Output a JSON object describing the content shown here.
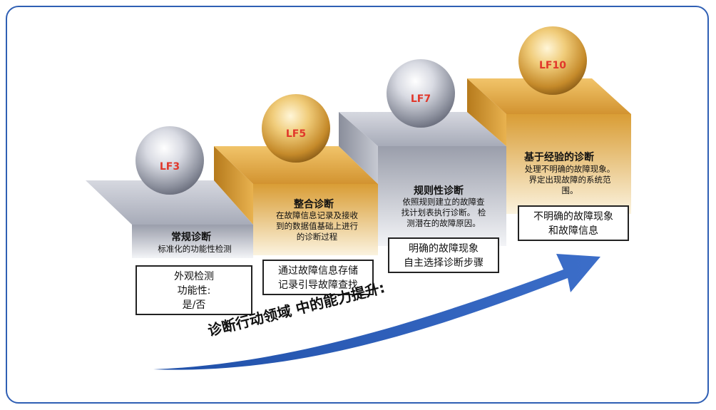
{
  "diagram": {
    "steps": [
      {
        "id": "lf3",
        "badge": "LF3",
        "title": "常规诊断",
        "description": "标准化的功能性检测",
        "box_lines": [
          "外观检测",
          "功能性:",
          "是/否"
        ],
        "step_color": "#b9bcc8",
        "ball_color": "silver"
      },
      {
        "id": "lf5",
        "badge": "LF5",
        "title": "整合诊断",
        "description_lines": [
          "在故障信息记录及接收",
          "到的数据值基础上进行",
          "的诊断过程"
        ],
        "box_lines": [
          "通过故障信息存储",
          "记录引导故障查找"
        ],
        "step_color": "#e2a93f",
        "ball_color": "gold"
      },
      {
        "id": "lf7",
        "badge": "LF7",
        "title": "规则性诊断",
        "description_lines": [
          "依照规则建立的故障查",
          "找计划表执行诊断。 检",
          "测潜在的故障原因。"
        ],
        "box_lines": [
          "明确的故障现象",
          "自主选择诊断步骤"
        ],
        "step_color": "#b9bcc8",
        "ball_color": "silver"
      },
      {
        "id": "lf10",
        "badge": "LF10",
        "title": "基于经验的诊断",
        "description_lines": [
          "处理不明确的故障现象。",
          "界定出现故障的系统范",
          "围。"
        ],
        "box_lines": [
          "不明确的故障现象",
          "和故障信息"
        ],
        "step_color": "#e2a93f",
        "ball_color": "gold"
      }
    ],
    "arrow_label": "诊断行动领域 中的能力提升:",
    "colors": {
      "arrow": "#2f5fb4",
      "frame": "#2f5fb4",
      "badge_text": "#e1372b"
    }
  }
}
